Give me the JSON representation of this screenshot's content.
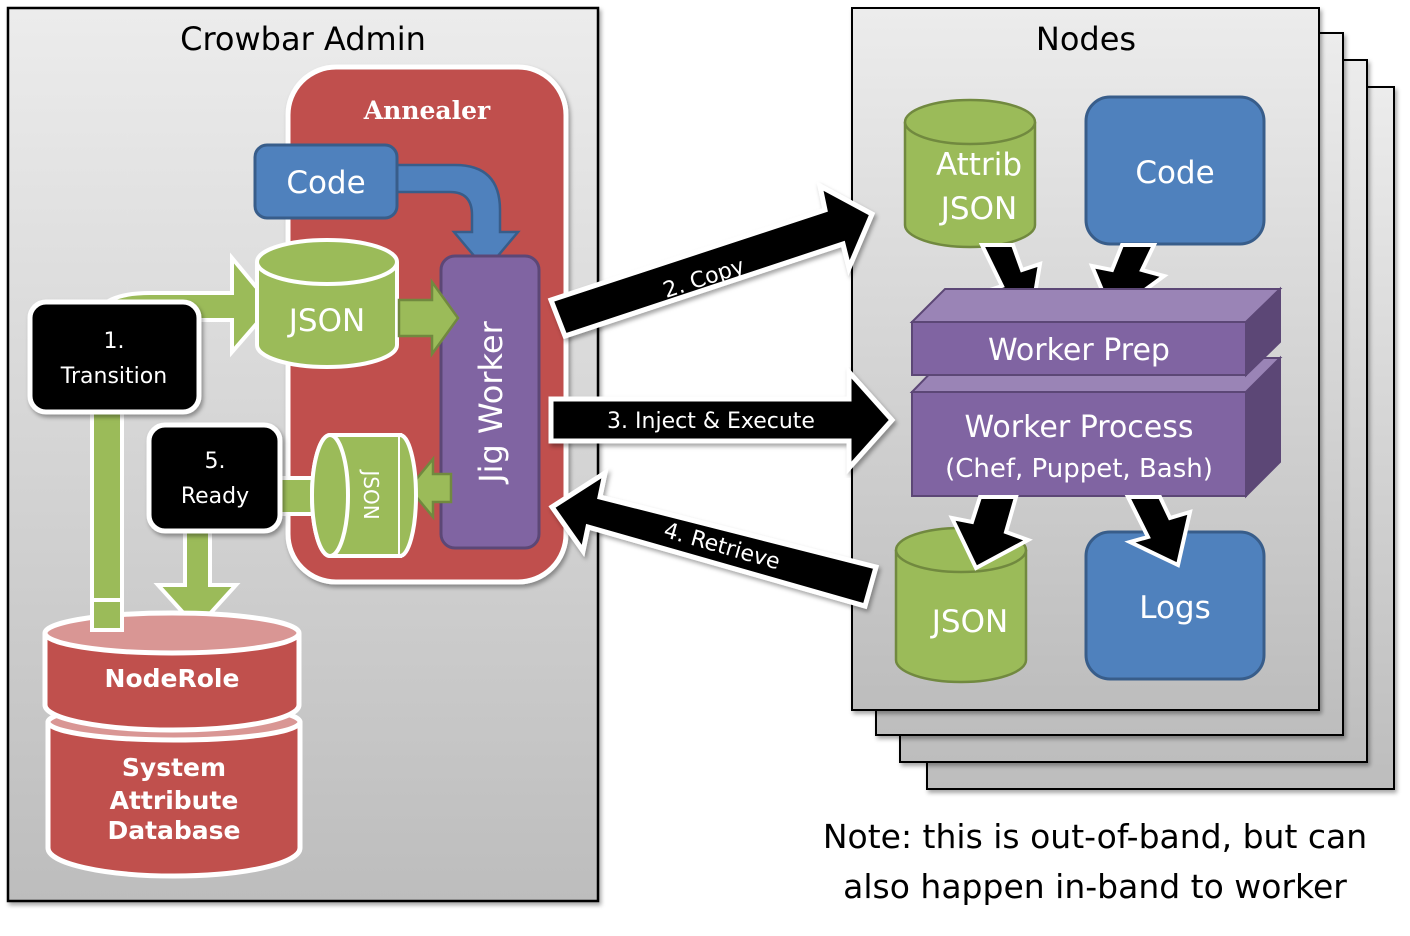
{
  "colors": {
    "red": "#c0504d",
    "red_light": "#d99694",
    "blue": "#4f81bd",
    "blue_dark": "#385d8a",
    "green": "#9bbb59",
    "green_dark": "#71893f",
    "purple": "#8064a2",
    "purple_light": "#9a84b6",
    "purple_dark": "#5c4776",
    "black": "#000000",
    "white": "#ffffff"
  },
  "admin": {
    "title": "Crowbar Admin",
    "annealer": {
      "title": "Annealer",
      "code_label": "Code",
      "json_in_label": "JSON",
      "json_out_label": "JSON",
      "jig_worker_label": "Jig Worker"
    },
    "step1": {
      "number": "1.",
      "label": "Transition"
    },
    "step5": {
      "number": "5.",
      "label": "Ready"
    },
    "database": {
      "top_label": "NodeRole",
      "lines": [
        "System",
        "Attribute",
        "Database"
      ]
    }
  },
  "transfers": {
    "copy": "2. Copy",
    "inject": "3. Inject & Execute",
    "retrieve": "4. Retrieve"
  },
  "nodes": {
    "title": "Nodes",
    "attrib_json": [
      "Attrib",
      "JSON"
    ],
    "code_label": "Code",
    "worker_prep": "Worker Prep",
    "worker_process": "Worker Process",
    "worker_process_sub": "(Chef, Puppet, Bash)",
    "json_label": "JSON",
    "logs_label": "Logs"
  },
  "note": {
    "line1": "Note: this is out-of-band, but can",
    "line2": "also happen in-band to worker"
  }
}
